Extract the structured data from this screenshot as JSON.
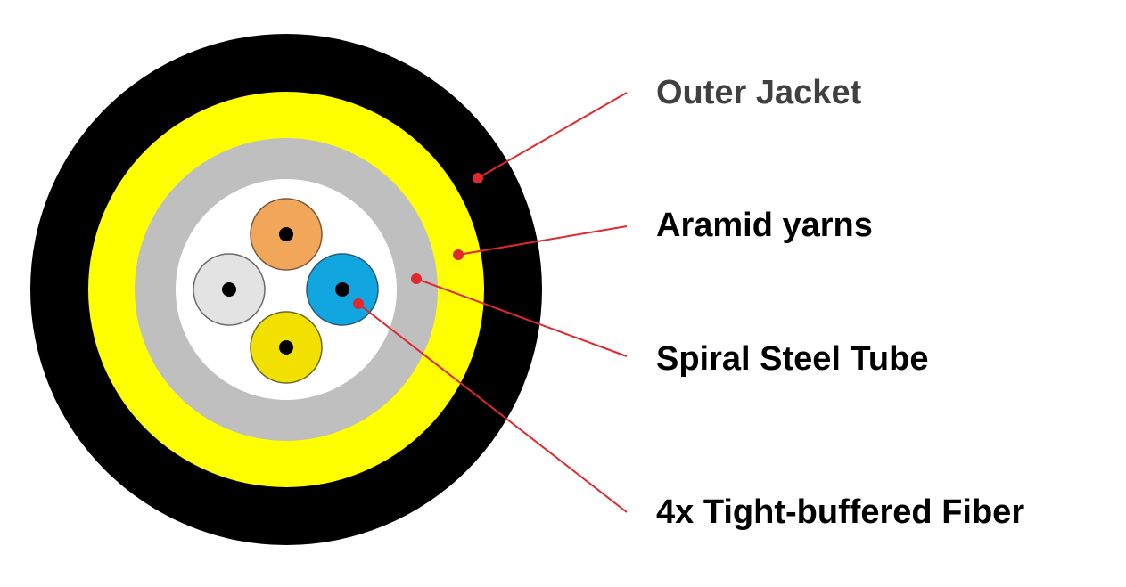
{
  "colors": {
    "outer_jacket": "#000000",
    "aramid_yarns": "#ffff00",
    "steel_tube": "#bfbfbf",
    "core_fill": "#ffffff",
    "fiber_orange": "#f2a65a",
    "fiber_white": "#e3e3e3",
    "fiber_blue": "#12a6e0",
    "fiber_yellow": "#f2e000",
    "leader_line": "#e0282e",
    "label_gray": "#404040",
    "label_black": "#000000"
  },
  "labels": {
    "outer_jacket": "Outer Jacket",
    "aramid_yarns": "Aramid yarns",
    "spiral_steel_tube": "Spiral Steel Tube",
    "tight_buffered_fiber": "4x Tight-buffered Fiber"
  }
}
